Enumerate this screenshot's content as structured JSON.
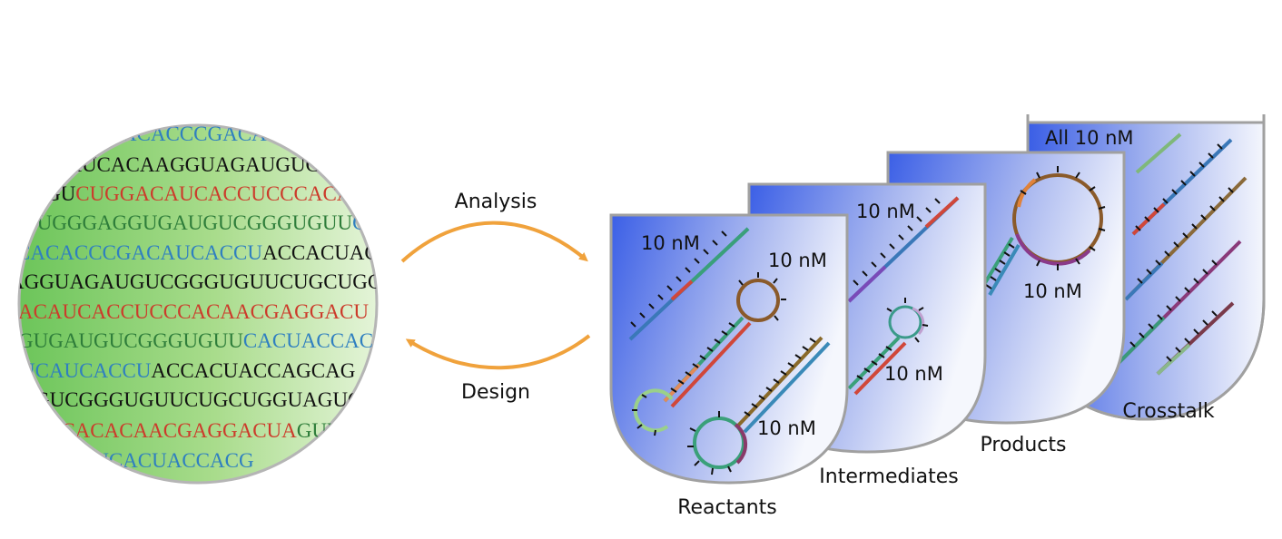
{
  "sequence_panel": {
    "lines": [
      [
        {
          "t": "UCACACACCCGACAUC",
          "c": "#2f7fc0"
        }
      ],
      [
        {
          "t": "CAUCACAAGGUAGAUGUCGGG",
          "c": "#111111"
        }
      ],
      [
        {
          "t": "GU",
          "c": "#111111"
        },
        {
          "t": "CUGGACAUCACCUCCCACA",
          "c": "#cc3b2b"
        }
      ],
      [
        {
          "t": "GUGGGAGGUGAUGUCGGGUGUU",
          "c": "#2e7d3a"
        },
        {
          "t": "C",
          "c": "#2f7fc0"
        }
      ],
      [
        {
          "t": "CACACCCGACAUCACCU",
          "c": "#2f7fc0"
        },
        {
          "t": "ACCACUAC",
          "c": "#111111"
        }
      ],
      [
        {
          "t": "AGGUAGAUGUCGGGUGUUCUGCUGG",
          "c": "#111111"
        }
      ],
      [
        {
          "t": "ACAUCACCUCCCACAACGAGGACU",
          "c": "#cc3b2b"
        }
      ],
      [
        {
          "t": "GUGAUGUCGGGUGUU",
          "c": "#2e7d3a"
        },
        {
          "t": "CACUACCAC",
          "c": "#2f7fc0"
        }
      ],
      [
        {
          "t": "UCAUCACCU",
          "c": "#2f7fc0"
        },
        {
          "t": "ACCACUACCAGCAG",
          "c": "#111111"
        }
      ],
      [
        {
          "t": "GUCGGGUGUUCUGCUGGUAGUG",
          "c": "#111111"
        }
      ],
      [
        {
          "t": "CCACACAACGAGGACUA",
          "c": "#cc3b2b"
        },
        {
          "t": "GUU",
          "c": "#2e7d3a"
        }
      ],
      [
        {
          "t": "GUUCACUACCACG",
          "c": "#2f7fc0"
        }
      ]
    ]
  },
  "arrows": {
    "analysis_label": "Analysis",
    "design_label": "Design",
    "color": "#f0a23c"
  },
  "tubes": [
    {
      "id": "crosstalk",
      "label": "Crosstalk",
      "conc_labels": [
        "All 10 nM"
      ]
    },
    {
      "id": "products",
      "label": "Products",
      "conc_labels": [
        "10 nM"
      ]
    },
    {
      "id": "intermediates",
      "label": "Intermediates",
      "conc_labels": [
        "10 nM",
        "10 nM"
      ]
    },
    {
      "id": "reactants",
      "label": "Reactants",
      "conc_labels": [
        "10 nM",
        "10 nM",
        "10 nM"
      ]
    }
  ],
  "colors": {
    "circle_green": "#6fc760",
    "tube_blue": "#3a5ee6",
    "tube_edge": "#9a9a9a"
  }
}
